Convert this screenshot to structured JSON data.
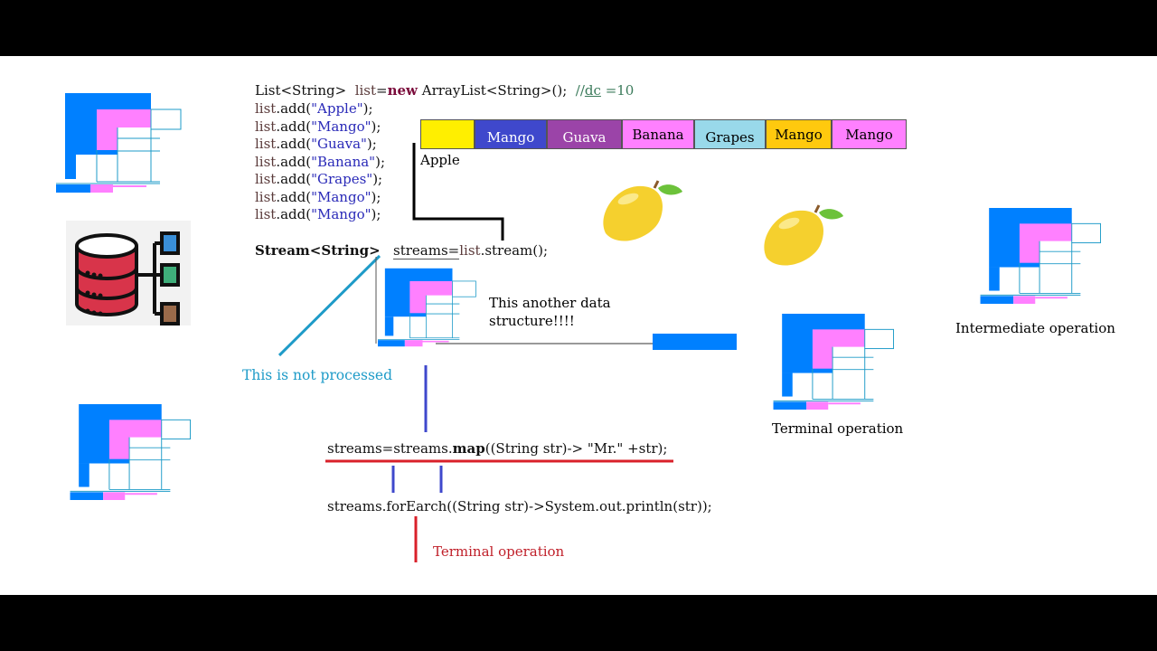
{
  "code": {
    "line1": {
      "type": "List<String>  ",
      "var": "list",
      "eq": "=",
      "new": "new",
      "rest": " ArrayList<String>();  ",
      "comment_prefix": "//",
      "comment_dc": "dc",
      "comment_rest": " =10"
    },
    "add_prefix": "list",
    "add_method": ".add(",
    "add_suffix": ");",
    "items": [
      "\"Apple\"",
      "\"Mango\"",
      "\"Guava\"",
      "\"Banana\"",
      "\"Grapes\"",
      "\"Mango\"",
      "\"Mango\""
    ],
    "stream_type": "Stream<String>",
    "stream_assign_a": "streams=",
    "stream_assign_b": "list",
    "stream_assign_c": ".stream();",
    "map_a": "streams=streams.",
    "map_b": "map",
    "map_c": "((String str)-> \"Mr.\" +str);",
    "foreach": "streams.forEarch((String str)->System.out.println(str));"
  },
  "array": {
    "cells": [
      {
        "label": "",
        "color": "#ffef00",
        "text_color": "#000"
      },
      {
        "label": "Mango",
        "color": "#3f48cc",
        "text_color": "#fff"
      },
      {
        "label": "Guava",
        "color": "#9b44a8",
        "text_color": "#fff"
      },
      {
        "label": "Banana",
        "color": "#ff80ff",
        "text_color": "#000"
      },
      {
        "label": "Grapes",
        "color": "#99d9ea",
        "text_color": "#000"
      },
      {
        "label": "Mango",
        "color": "#ffc90e",
        "text_color": "#000"
      },
      {
        "label": "Mango",
        "color": "#ff80ff",
        "text_color": "#000"
      }
    ],
    "first_label": "Apple"
  },
  "annotations": {
    "not_processed": "This is not processed",
    "another_ds_1": "This another data",
    "another_ds_2": "structure!!!!",
    "terminal_bottom": "Terminal operation",
    "terminal_right": "Terminal operation",
    "intermediate": "Intermediate operation"
  },
  "colors": {
    "blue": "#0080ff",
    "pink": "#ff80ff",
    "teal_line": "#1e9bc8",
    "red_line": "#d9202a",
    "navy_line": "#3f48cc"
  }
}
